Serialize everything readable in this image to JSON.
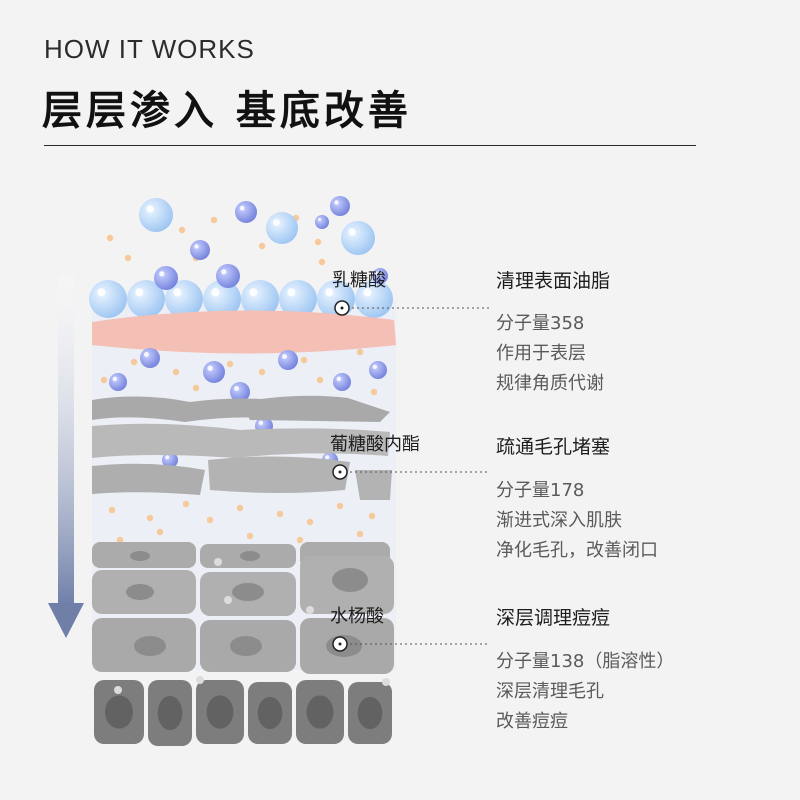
{
  "header": {
    "label": "HOW IT WORKS",
    "title": "层层渗入 基底改善"
  },
  "acids": [
    {
      "name": "乳糖酸",
      "benefit": "清理表面油脂",
      "details": [
        "分子量358",
        "作用于表层",
        "规律角质代谢"
      ]
    },
    {
      "name": "葡糖酸内酯",
      "benefit": "疏通毛孔堵塞",
      "details": [
        "分子量178",
        "渐进式深入肌肤",
        "净化毛孔，改善闭口"
      ]
    },
    {
      "name": "水杨酸",
      "benefit": "深层调理痘痘",
      "details": [
        "分子量138（脂溶性）",
        "深层清理毛孔",
        "改善痘痘"
      ]
    }
  ],
  "colors": {
    "arrow_top": "#ffffff",
    "arrow_bottom": "#6f7fa8",
    "light_bubble": "#b9d6f7",
    "dark_bubble": "#8a96e0",
    "orange_dot": "#f6c99a",
    "pink_layer": "#f4bfb4",
    "cell_gray": "#b4b4b4",
    "cell_dark": "#8a8a8a"
  }
}
